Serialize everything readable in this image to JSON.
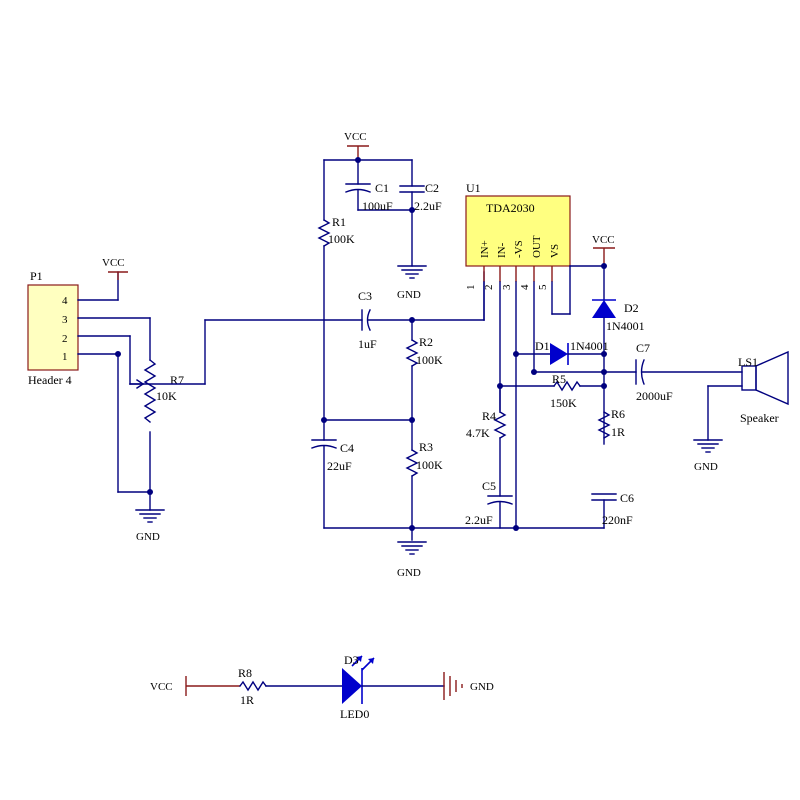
{
  "labels": {
    "vcc": "VCC",
    "gnd": "GND",
    "p1": "P1",
    "header": "Header 4",
    "header_pins": [
      "4",
      "3",
      "2",
      "1"
    ],
    "u1": "U1",
    "ic": "TDA2030",
    "ic_pins": [
      "IN+",
      "IN-",
      "-VS",
      "OUT",
      "VS"
    ],
    "ic_pin_nums": [
      "1",
      "2",
      "3",
      "4",
      "5"
    ],
    "r1": "R1",
    "r1v": "100K",
    "r2": "R2",
    "r2v": "100K",
    "r3": "R3",
    "r3v": "100K",
    "r4": "R4",
    "r4v": "4.7K",
    "r5": "R5",
    "r5v": "150K",
    "r6": "R6",
    "r6v": "1R",
    "r7": "R7",
    "r7v": "10K",
    "r8": "R8",
    "r8v": "1R",
    "c1": "C1",
    "c1v": "100uF",
    "c2": "C2",
    "c2v": "2.2uF",
    "c3": "C3",
    "c3v": "1uF",
    "c4": "C4",
    "c4v": "22uF",
    "c5": "C5",
    "c5v": "2.2uF",
    "c6": "C6",
    "c6v": "220nF",
    "c7": "C7",
    "c7v": "2000uF",
    "d1": "D1",
    "d1v": "1N4001",
    "d2": "D2",
    "d2v": "1N4001",
    "d3": "D3",
    "d3v": "LED0",
    "ls1": "LS1",
    "ls1v": "Speaker"
  },
  "colors": {
    "wire": "#00007f",
    "component_blue": "#0000cc",
    "power_pin": "#8a1a1a",
    "ic_fill": "#ffff80",
    "header_fill": "#ffffc0"
  }
}
